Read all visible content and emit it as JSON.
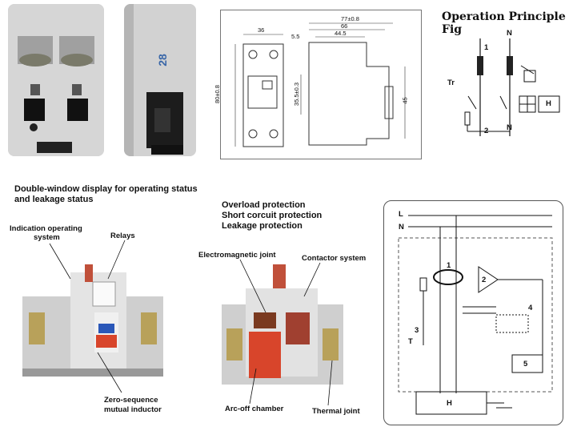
{
  "photos": {
    "front_closeup": "front terminal close-up photo",
    "side_closeup": {
      "stamp": "28"
    }
  },
  "dimension_drawing": {
    "front_width": "36",
    "height_left": "80±0.8",
    "overall_depth": "77±0.8",
    "depth_66": "66",
    "depth_44": "44.5",
    "offset": "5.5",
    "rail": "35.5±0.3",
    "side_height": "45"
  },
  "operation_fig": {
    "title": "Operation Principle Fig",
    "n_top": "N",
    "n_bottom": "N",
    "num1": "1",
    "num2": "2",
    "tr": "Tr",
    "h": "H"
  },
  "left_panel": {
    "heading_line1": "Double-window display for operating status",
    "heading_line2": "and leakage status",
    "label_indication_1": "Indication operating",
    "label_indication_2": "system",
    "label_relays": "Relays",
    "label_zero_1": "Zero-sequence",
    "label_zero_2": "mutual inductor"
  },
  "middle_panel": {
    "prot1": "Overload protection",
    "prot2": "Short corcuit protection",
    "prot3": "Leakage protection",
    "label_em": "Electromagnetic joint",
    "label_contactor": "Contactor system",
    "label_arc": "Arc-off chamber",
    "label_thermal": "Thermal joint"
  },
  "circuit": {
    "L": "L",
    "N": "N",
    "n1": "1",
    "n2": "2",
    "n3": "3",
    "n4": "4",
    "n5": "5",
    "T": "T",
    "H": "H"
  }
}
